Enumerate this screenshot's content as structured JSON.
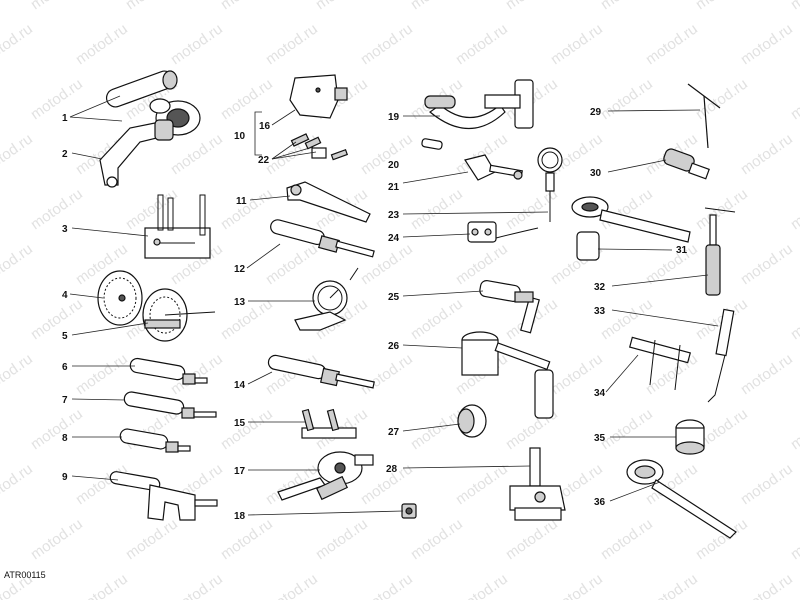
{
  "watermark": "motod.ru",
  "image_code": "ATR00115",
  "labels": [
    "1",
    "2",
    "3",
    "4",
    "5",
    "6",
    "7",
    "8",
    "9",
    "10",
    "11",
    "12",
    "13",
    "14",
    "15",
    "16",
    "17",
    "18",
    "19",
    "20",
    "21",
    "22",
    "23",
    "24",
    "25",
    "26",
    "27",
    "28",
    "29",
    "30",
    "31",
    "32",
    "33",
    "34",
    "35",
    "36"
  ]
}
